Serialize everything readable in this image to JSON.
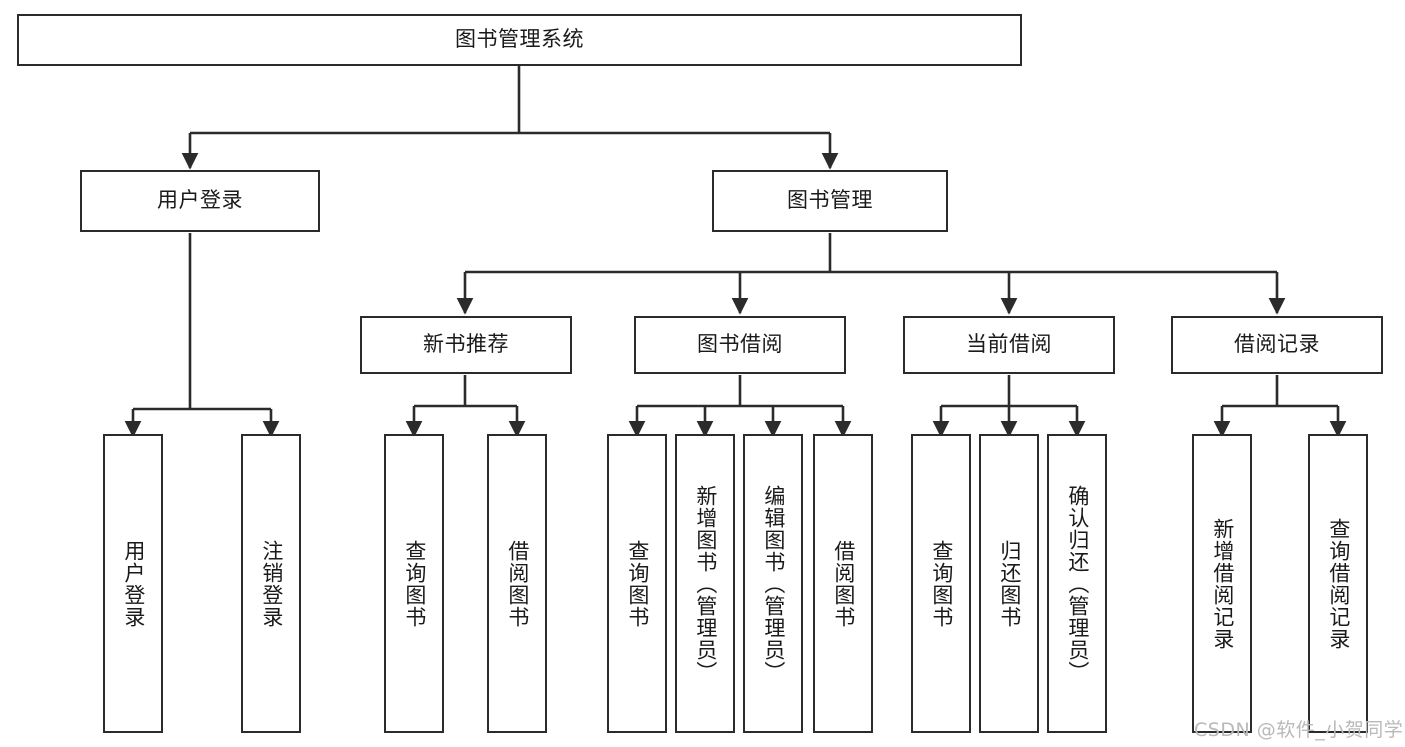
{
  "diagram": {
    "title": "图书管理系统",
    "type": "hierarchy-tree",
    "levels": 4,
    "nodes": {
      "root": {
        "label": "图书管理系统"
      },
      "level2": [
        {
          "id": "user-login",
          "label": "用户登录"
        },
        {
          "id": "book-management",
          "label": "图书管理"
        }
      ],
      "level3": [
        {
          "id": "new-book-recommend",
          "label": "新书推荐"
        },
        {
          "id": "book-borrow",
          "label": "图书借阅"
        },
        {
          "id": "current-borrow",
          "label": "当前借阅"
        },
        {
          "id": "borrow-record",
          "label": "借阅记录"
        }
      ],
      "leaves": [
        {
          "id": "leaf-user-login",
          "label": "用户登录"
        },
        {
          "id": "leaf-logout-login",
          "label": "注销登录"
        },
        {
          "id": "leaf-query-book-1",
          "label": "查询图书"
        },
        {
          "id": "leaf-borrow-book-1",
          "label": "借阅图书"
        },
        {
          "id": "leaf-query-book-2",
          "label": "查询图书"
        },
        {
          "id": "leaf-add-book",
          "label": "新增图书（管理员）"
        },
        {
          "id": "leaf-edit-book",
          "label": "编辑图书（管理员）"
        },
        {
          "id": "leaf-borrow-book-2",
          "label": "借阅图书"
        },
        {
          "id": "leaf-query-book-3",
          "label": "查询图书"
        },
        {
          "id": "leaf-return-book",
          "label": "归还图书"
        },
        {
          "id": "leaf-confirm-return",
          "label": "确认归还（管理员）"
        },
        {
          "id": "leaf-add-borrow-record",
          "label": "新增借阅记录"
        },
        {
          "id": "leaf-query-borrow-record",
          "label": "查询借阅记录"
        }
      ]
    },
    "colors": {
      "stroke": "#2b2b2b",
      "fill": "#ffffff",
      "text": "#1a1a1a",
      "watermark": "#b9b9b9"
    }
  },
  "watermark": {
    "text": "CSDN @软件_小贺同学"
  }
}
